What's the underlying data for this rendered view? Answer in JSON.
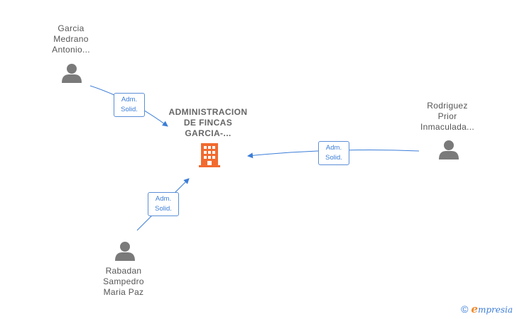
{
  "company": {
    "name_lines": [
      "ADMINISTRACION",
      "DE FINCAS",
      "GARCIA-..."
    ],
    "icon": "building-icon",
    "color": "#f26a2e"
  },
  "persons": [
    {
      "id": "garcia",
      "name_lines": [
        "Garcia",
        "Medrano",
        "Antonio..."
      ],
      "icon": "person-icon"
    },
    {
      "id": "rodriguez",
      "name_lines": [
        "Rodriguez",
        "Prior",
        "Inmaculada..."
      ],
      "icon": "person-icon"
    },
    {
      "id": "rabadan",
      "name_lines": [
        "Rabadan",
        "Sampedro",
        "Maria Paz"
      ],
      "icon": "person-icon"
    }
  ],
  "relations": [
    {
      "from": "garcia",
      "label_lines": [
        "Adm.",
        "Solid."
      ]
    },
    {
      "from": "rodriguez",
      "label_lines": [
        "Adm.",
        "Solid."
      ]
    },
    {
      "from": "rabadan",
      "label_lines": [
        "Adm.",
        "Solid."
      ]
    }
  ],
  "colors": {
    "edge": "#3b7dd8",
    "person": "#7a7a7a"
  },
  "footer": {
    "copyright": "©",
    "brand_initial": "e",
    "brand_rest": "mpresia"
  }
}
